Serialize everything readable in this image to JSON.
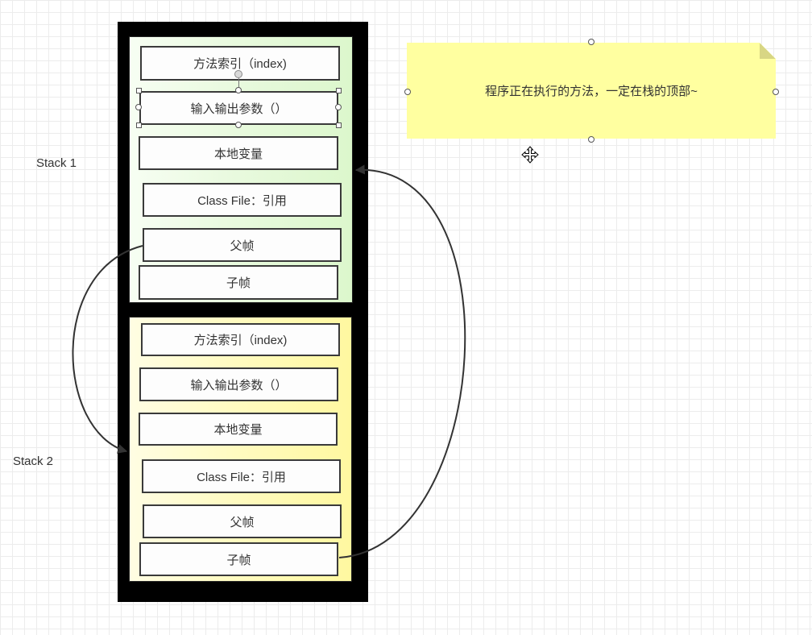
{
  "colors": {
    "container": "#000000",
    "stack_1_fill": "#dcf7cc",
    "stack_2_fill": "#fff8a0",
    "frame_fill": "#fdfdfd",
    "frame_border": "#3a3a3a",
    "note_fill": "#ffffa0",
    "connector": "#333333"
  },
  "stacks": [
    {
      "label": "Stack 1",
      "frames": [
        "方法索引（index)",
        "输入输出参数（）",
        "本地变量",
        "Class File：引用",
        "父帧",
        "子帧"
      ]
    },
    {
      "label": "Stack 2",
      "frames": [
        "方法索引（index)",
        "输入输出参数（）",
        "本地变量",
        "Class File：引用",
        "父帧",
        "子帧"
      ]
    }
  ],
  "note": {
    "text": "程序正在执行的方法，一定在栈的顶部~",
    "selected": true
  },
  "connectors": [
    {
      "from_stack": 0,
      "from_frame": 4,
      "to_stack": 1,
      "arrow_at_end": true
    },
    {
      "from_stack": 1,
      "from_frame": 5,
      "to_stack": 0,
      "arrow_at_end": true
    }
  ],
  "selected_frame": {
    "stack": 0,
    "frame": 1
  },
  "icons": {
    "cursor": "move-cursor-icon"
  }
}
